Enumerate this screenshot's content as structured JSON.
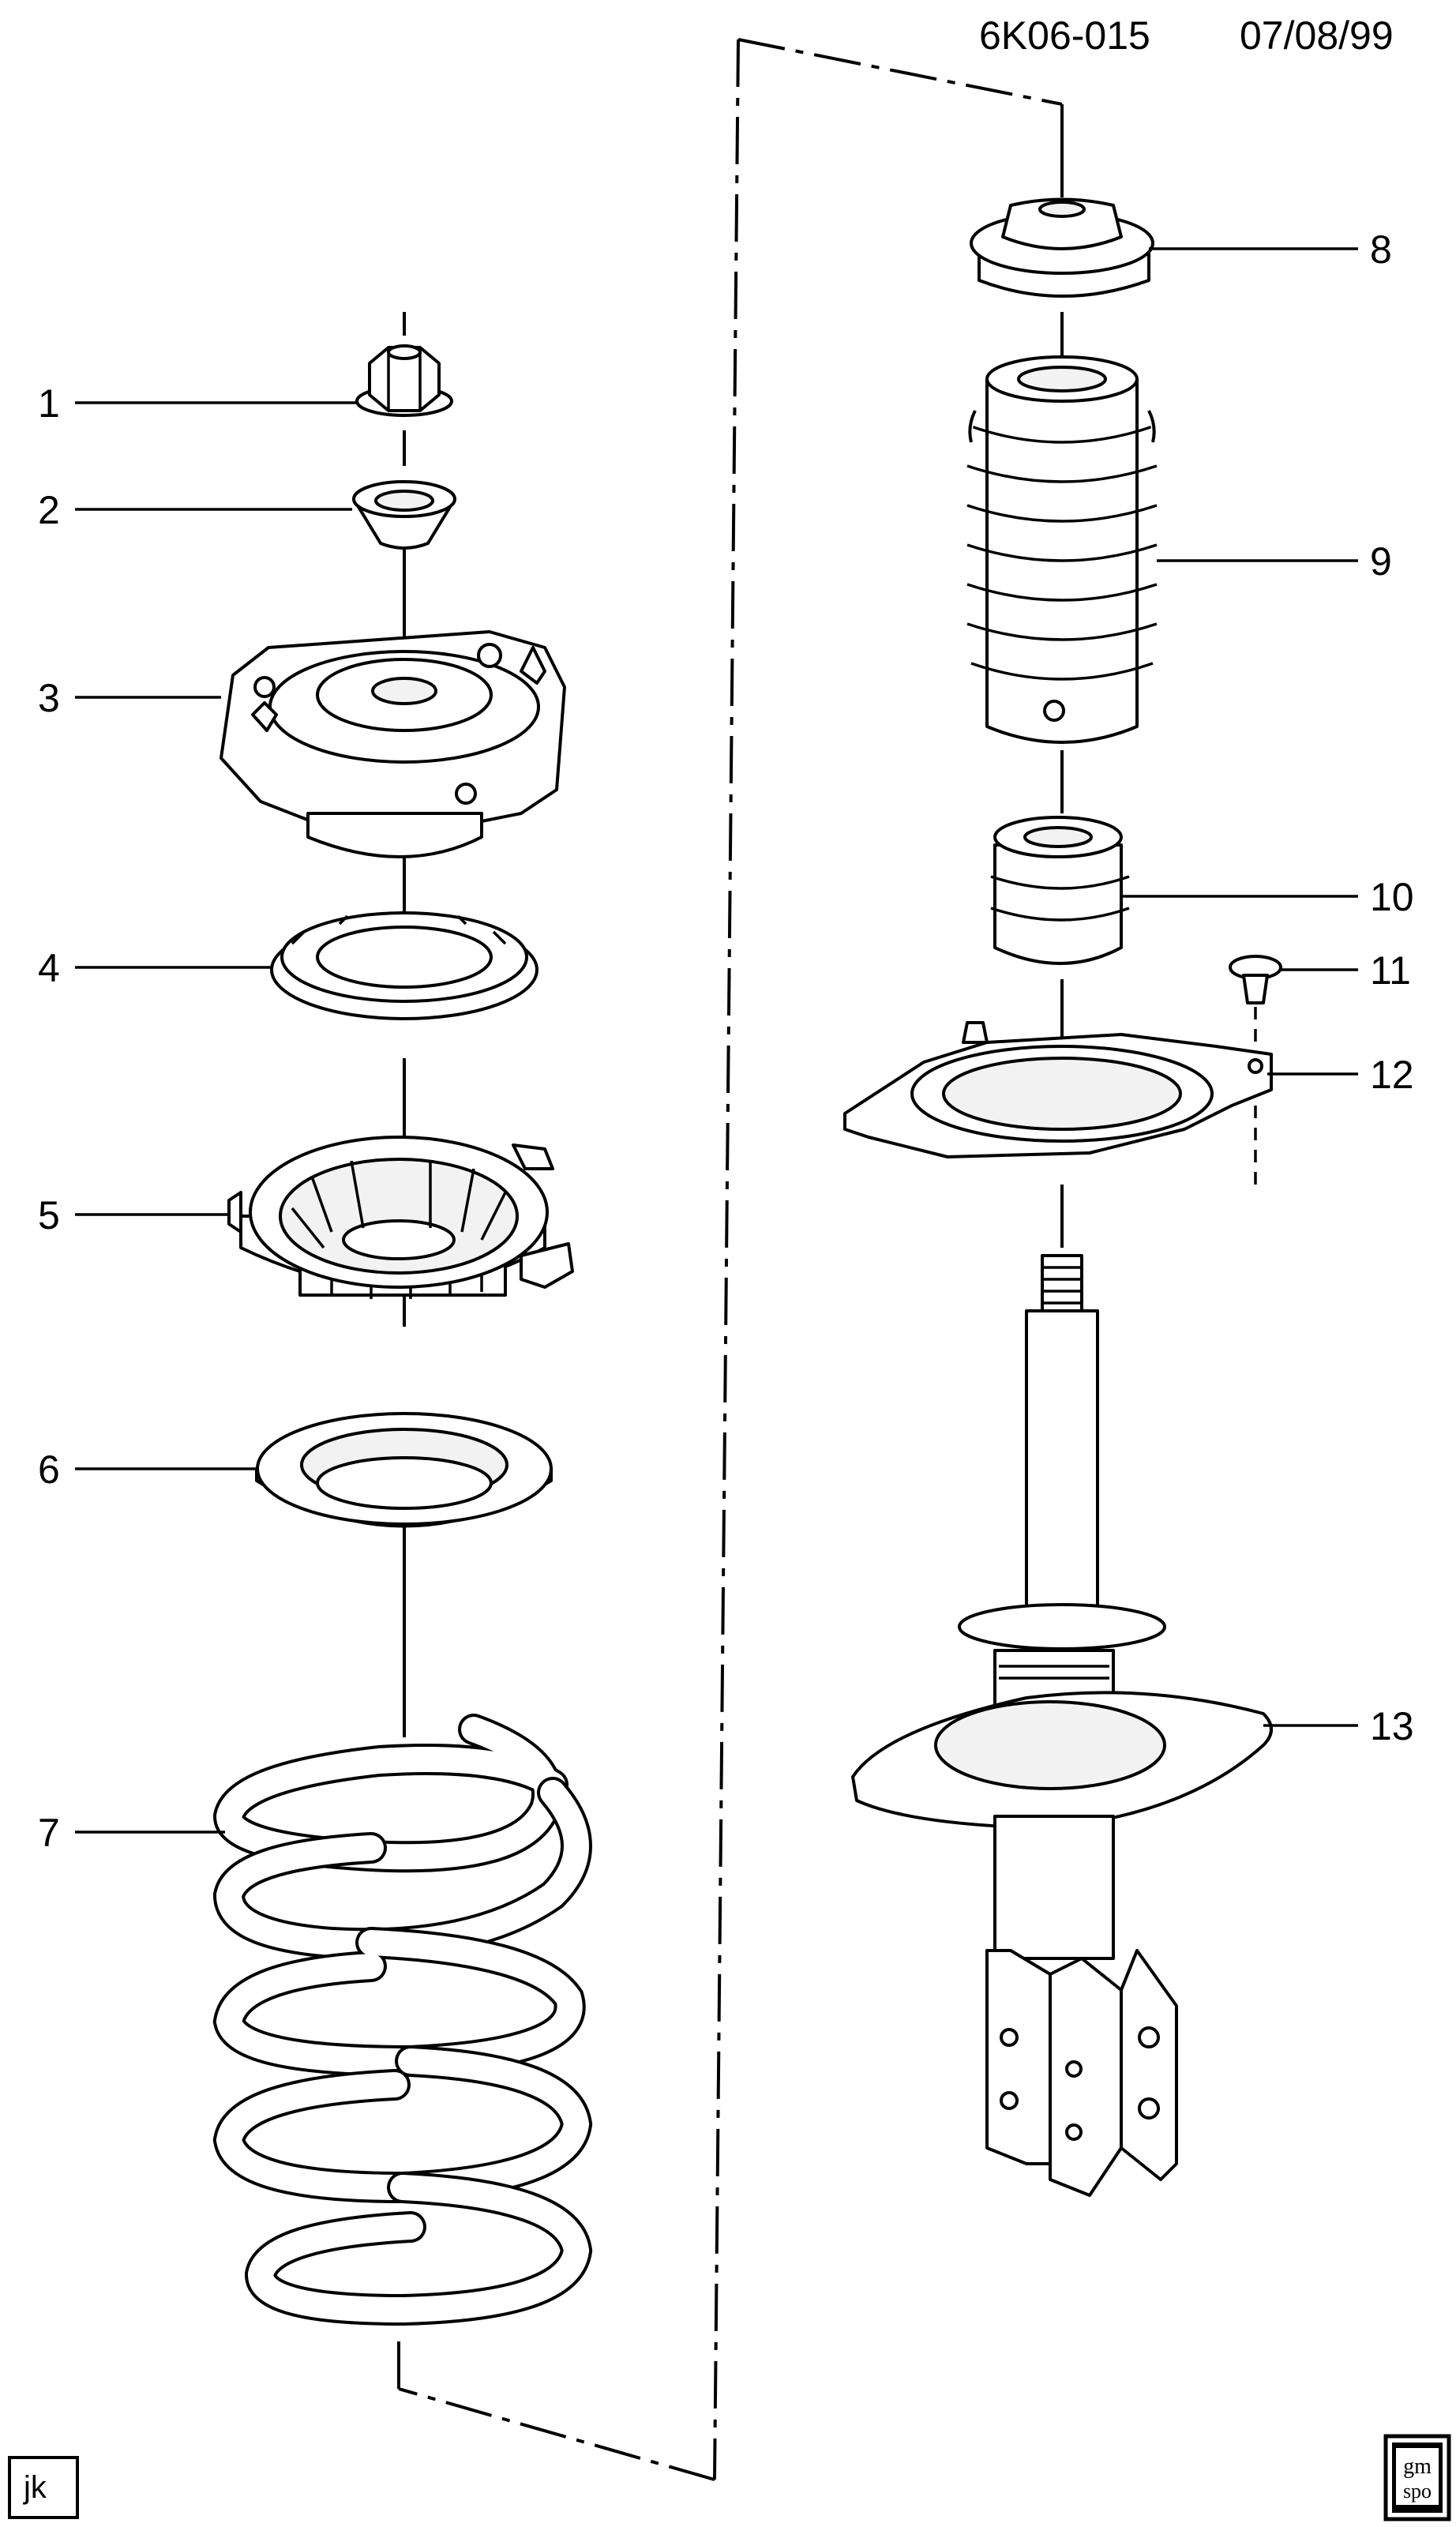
{
  "header": {
    "drawing_id": "6K06-015",
    "date": "07/08/99"
  },
  "callouts": [
    "1",
    "2",
    "3",
    "4",
    "5",
    "6",
    "7",
    "8",
    "9",
    "10",
    "11",
    "12",
    "13"
  ],
  "footer": {
    "initials": "jk",
    "logo_line1": "gm",
    "logo_line2": "spo"
  }
}
